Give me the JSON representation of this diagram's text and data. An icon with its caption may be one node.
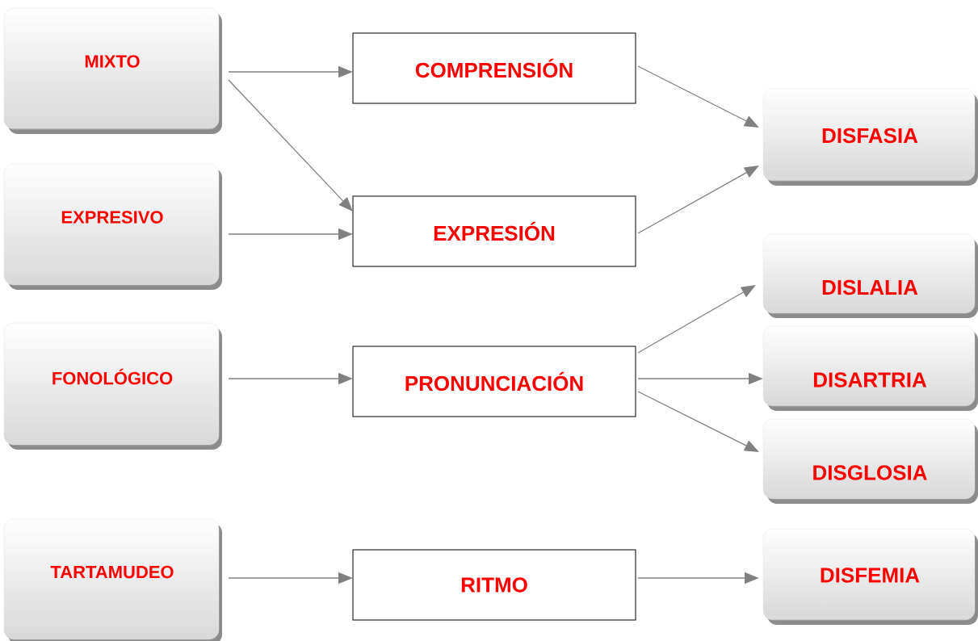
{
  "diagram": {
    "nodes": [
      {
        "text": [
          "MIXTO"
        ]
      },
      {
        "text": [
          "EXPRESIVO"
        ]
      },
      {
        "text": [
          "FONOLÓGICO"
        ]
      },
      {
        "text": [
          "TARTAMUDEO"
        ]
      },
      {
        "text": [
          "COMPRENSIÓN"
        ]
      },
      {
        "text": [
          "EXPRESIÓN"
        ]
      },
      {
        "text": [
          "PRONUNCIACIÓN"
        ]
      },
      {
        "text": [
          "RITMO"
        ]
      },
      {
        "text": [
          "DISFASIA"
        ]
      },
      {
        "text": [
          "DISLALIA"
        ]
      },
      {
        "text": [
          "DISARTRIA"
        ]
      },
      {
        "text": [
          "DISGLOSIA"
        ]
      },
      {
        "text": [
          "DISFEMIA"
        ]
      }
    ],
    "edges": [
      {
        "from": 0,
        "to": 4,
        "arrow": "to"
      },
      {
        "from": 0,
        "to": 5,
        "arrow": "to"
      },
      {
        "from": 1,
        "to": 5,
        "arrow": "to"
      },
      {
        "from": 2,
        "to": 6,
        "arrow": "to"
      },
      {
        "from": 3,
        "to": 7,
        "arrow": "to"
      },
      {
        "from": 4,
        "to": 8,
        "arrow": "to"
      },
      {
        "from": 5,
        "to": 8,
        "arrow": "to"
      },
      {
        "from": 6,
        "to": 9,
        "arrow": "to"
      },
      {
        "from": 6,
        "to": 10,
        "arrow": "to"
      },
      {
        "from": 6,
        "to": 11,
        "arrow": "to"
      },
      {
        "from": 7,
        "to": 12,
        "arrow": "to"
      }
    ]
  }
}
